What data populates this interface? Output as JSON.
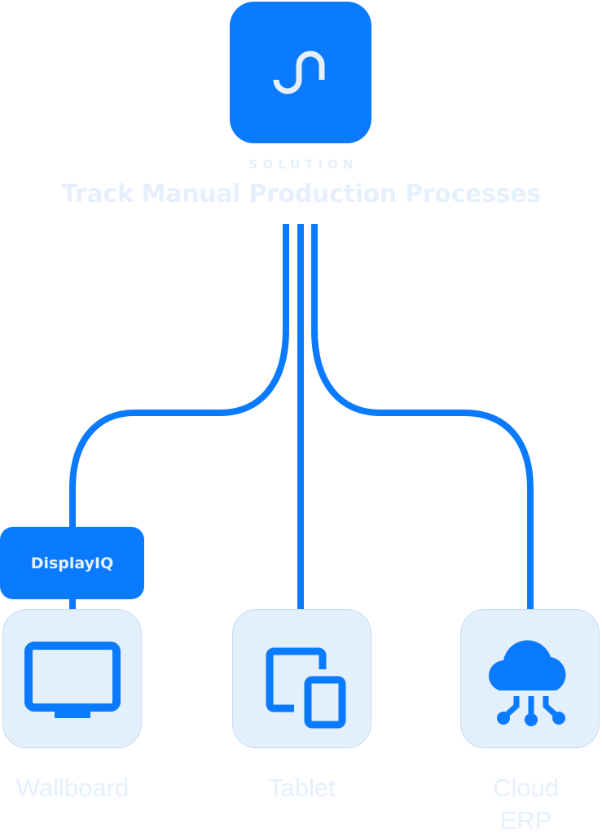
{
  "colors": {
    "accent": "#0a7aff",
    "accent_text": "#e6f0fd",
    "card_fill": "#e4effc",
    "card_border": "#c5dcf8",
    "muted_text": "#e6f0fd"
  },
  "hub": {
    "icon": "s-curve-logo-icon",
    "eyebrow": "SOLUTION",
    "title": "Track Manual Production Processes"
  },
  "tag": {
    "label": "DisplayIQ"
  },
  "destinations": [
    {
      "label": "Wallboard",
      "icon": "monitor-icon"
    },
    {
      "label": "Tablet",
      "icon": "tablet-devices-icon"
    },
    {
      "label": "Cloud ERP",
      "label_line1": "Cloud",
      "label_line2": "ERP",
      "icon": "cloud-network-icon"
    }
  ]
}
